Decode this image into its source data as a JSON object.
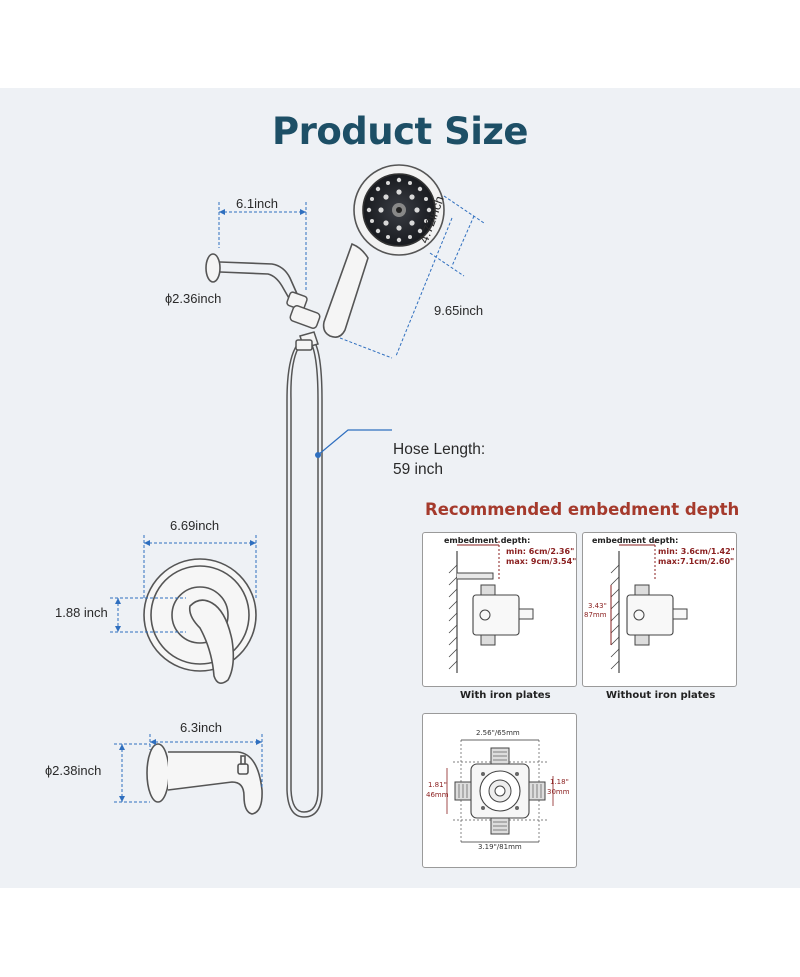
{
  "title": "Product Size",
  "dimensions": {
    "arm_length": "6.1inch",
    "flange_diameter": "ɸ2.36inch",
    "head_width": "4.72inch",
    "handle_length": "9.65inch",
    "hose_label": "Hose Length:",
    "hose_value": "59 inch",
    "trim_width": "6.69inch",
    "lever_height": "1.88 inch",
    "spout_length": "6.3inch",
    "spout_diameter": "ɸ2.38inch"
  },
  "embedment": {
    "title": "Recommended embedment depth",
    "with_plates": {
      "caption": "With iron plates",
      "label": "embedment depth:",
      "min": "min: 6cm/2.36\"",
      "max": "max: 9cm/3.54\""
    },
    "without_plates": {
      "caption": "Without iron plates",
      "label": "embedment depth:",
      "min": "min: 3.6cm/1.42\"",
      "max": "max:7.1cm/2.60\"",
      "side_in": "3.43\"",
      "side_mm": "87mm"
    },
    "valve_top": {
      "top_dim": "2.56\"/65mm",
      "left_in": "1.81\"",
      "left_mm": "46mm",
      "right_in": "1.18\"",
      "right_mm": "30mm",
      "bottom_dim": "3.19\"/81mm"
    }
  },
  "colors": {
    "title": "#1d4f66",
    "dimension_line": "#2f6fbf",
    "embed_title": "#a53a2c",
    "embed_red": "#8a1f1f",
    "panel": "#eef1f5"
  }
}
